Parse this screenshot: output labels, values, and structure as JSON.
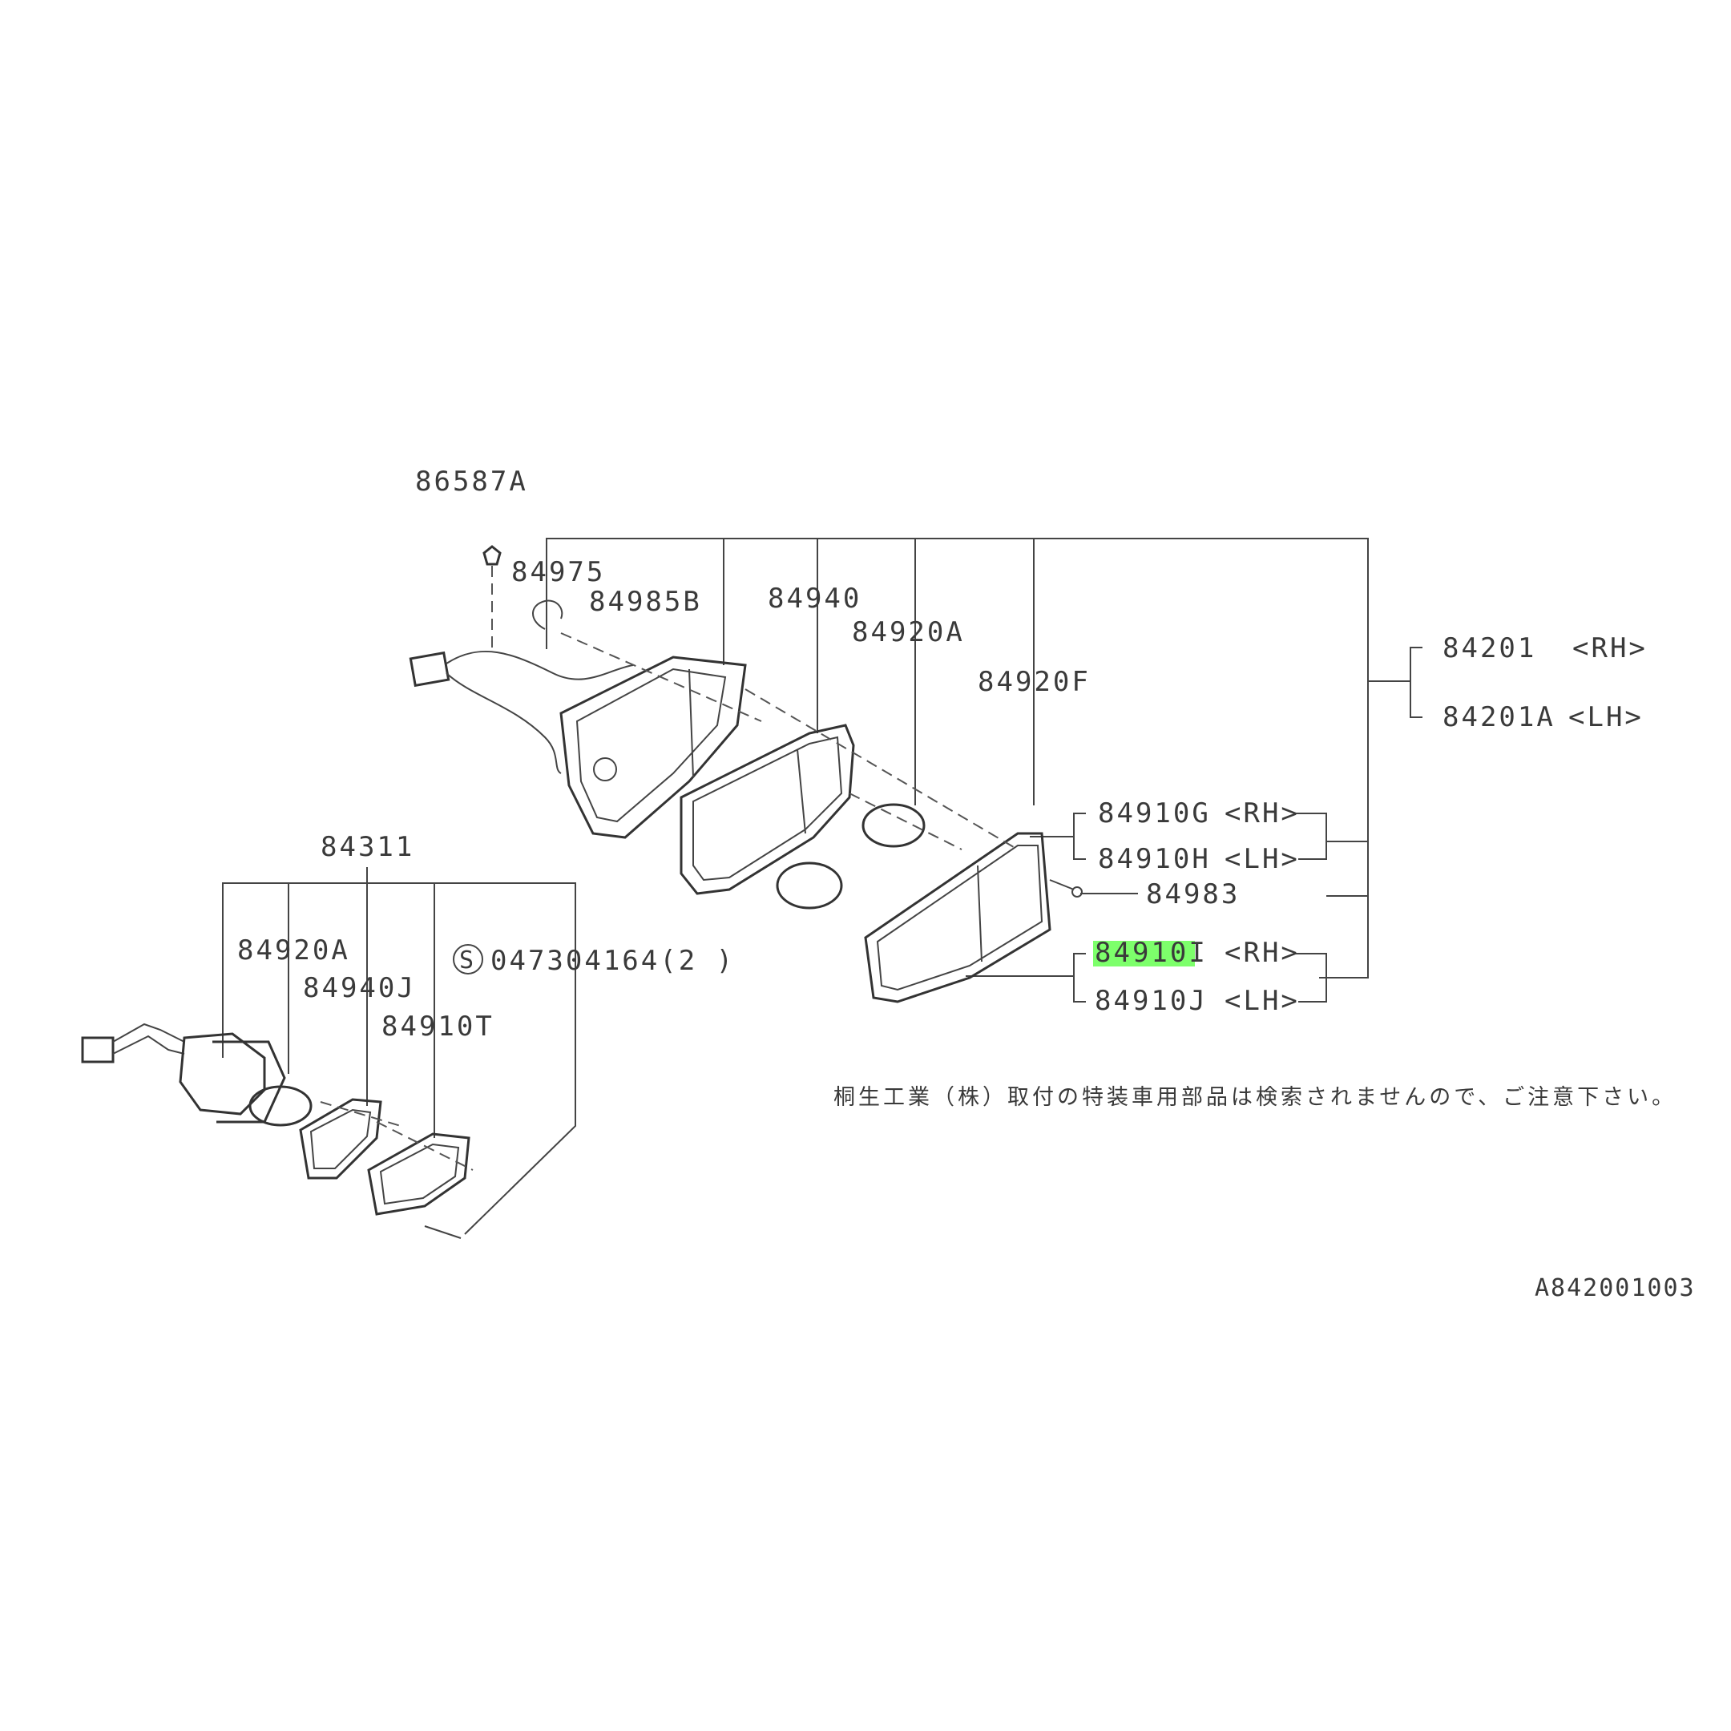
{
  "labels": {
    "p86587a": "86587A",
    "p84975": "84975",
    "p84985b": "84985B",
    "p84940": "84940",
    "p84920a_top": "84920A",
    "p84920f": "84920F",
    "p84201": "84201",
    "p84201a": "84201A",
    "p84910g": "84910G",
    "p84910h": "84910H",
    "p84983": "84983",
    "p84910i": "84910I",
    "p84910j": "84910J",
    "p84311": "84311",
    "p84920a_low": "84920A",
    "p84940j": "84940J",
    "p84910t": "84910T",
    "screw_symbol": "S",
    "screw_part": "047304164(2 )",
    "rh": "<RH>",
    "lh": "<LH>"
  },
  "highlighted_part": "84910I",
  "note": "桐生工業（株）取付の特装車用部品は検索されませんので、ご注意下さい。",
  "diagram_id": "A842001003",
  "colors": {
    "highlight": "#7dff6b",
    "line": "#444444",
    "text": "#3a3a3a"
  }
}
